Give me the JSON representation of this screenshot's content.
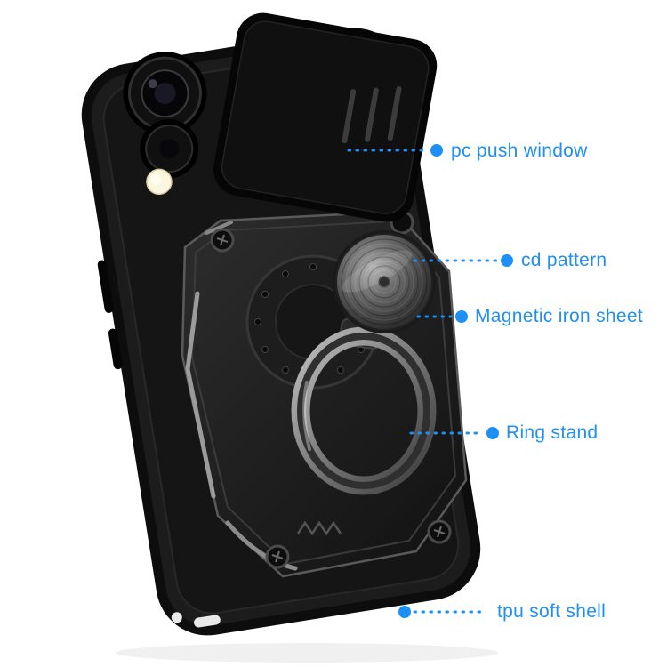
{
  "colors": {
    "accent_blue": "#1E8FF5",
    "case_black": "#111111",
    "background": "#FFFFFF"
  },
  "annotations": [
    {
      "id": "pc-push-window",
      "label": "pc push window"
    },
    {
      "id": "cd-pattern",
      "label": "cd pattern"
    },
    {
      "id": "magnetic-iron-sheet",
      "label": "Magnetic iron sheet"
    },
    {
      "id": "ring-stand",
      "label": "Ring stand"
    },
    {
      "id": "tpu-soft-shell",
      "label": "tpu soft shell"
    }
  ]
}
